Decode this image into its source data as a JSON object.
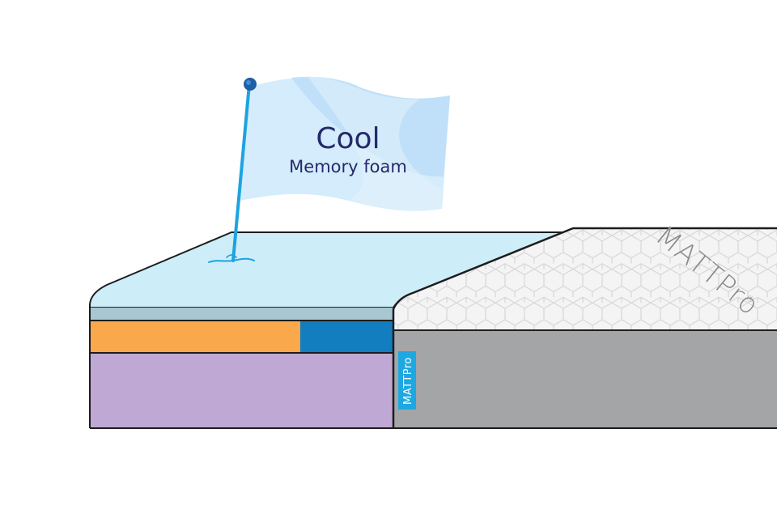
{
  "flag": {
    "title": "Cool",
    "subtitle": "Memory foam"
  },
  "brand": {
    "name": "MATTPro",
    "mark": "®",
    "tag": "MATTPro"
  },
  "colors": {
    "background": "#ffffff",
    "flag": "#d4ecfb",
    "flag_shade": "#bddff7",
    "pole": "#1da3e0",
    "pole_knob": "#1f5fa6",
    "foam_top": "#cdeef9",
    "foam_band": "#a9c7d1",
    "orange_layer": "#f9a84b",
    "blue_layer": "#127dbf",
    "purple_layer": "#c0a8d4",
    "cover_side": "#a4a5a7",
    "cover_top": "#f4f4f4",
    "hex_line": "#d7d7d7",
    "outline": "#1d1d1d",
    "tag_bg": "#1da8e2",
    "text": "#24296b"
  },
  "icons": [
    "flag-icon",
    "hexagon-pattern"
  ]
}
